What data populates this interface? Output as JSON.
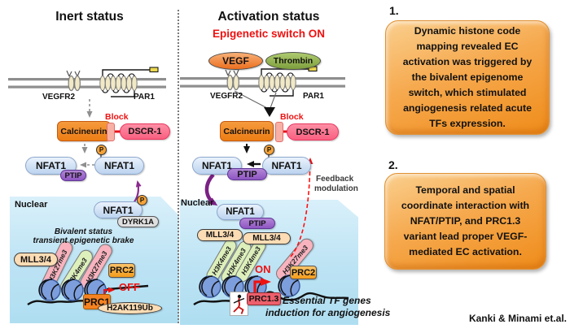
{
  "left_panel": {
    "title": "Inert status",
    "vegfr2_label": "VEGFR2",
    "par1_label": "PAR1",
    "block_label": "Block",
    "calcineurin_label": "Calcineurin",
    "dscr1_label": "DSCR-1",
    "nfat1_label": "NFAT1",
    "ptip_label": "PTIP",
    "phospho_label": "P",
    "nuclear_label": "Nuclear",
    "dyrk1a_label": "DYRK1A",
    "bivalent_note": [
      "Bivalent status",
      "transient  epigenetic  brake"
    ],
    "mll34_label": "MLL3/4",
    "histone_marks": [
      "H3K27me3",
      "H3K4me3",
      "H3K27me3"
    ],
    "prc2_label": "PRC2",
    "prc1_label": "PRC1",
    "h2ak119ub_label": "H2AK119Ub",
    "off_label": "OFF"
  },
  "right_panel": {
    "title": "Activation status",
    "subtitle": "Epigenetic switch ON",
    "vegf_label": "VEGF",
    "thrombin_label": "Thrombin",
    "vegfr2_label": "VEGFR2",
    "par1_label": "PAR1",
    "block_label": "Block",
    "calcineurin_label": "Calcineurin",
    "dscr1_label": "DSCR-1",
    "nfat1_label": "NFAT1",
    "ptip_label": "PTIP",
    "phospho_label": "P",
    "feedback_note": [
      "Feedback",
      "modulation"
    ],
    "nuclear_label": "Nuclear",
    "mll34_label": "MLL3/4",
    "histone_marks_green": [
      "H3K4me3",
      "H3K4me3",
      "H3K4me3"
    ],
    "histone_mark_pink": "H3K27me3",
    "prc2_label": "PRC2",
    "prc13_label": "PRC1.3",
    "on_label": "ON",
    "essential_note": [
      "Essential TF genes",
      "induction for angiogenesis"
    ]
  },
  "summary": {
    "item1_number": "1.",
    "item1_lines": [
      "Dynamic histone code",
      "mapping revealed EC",
      "activation was triggered by",
      "the bivalent epigenome",
      "switch, which stimulated",
      "angiogenesis related acute",
      "TFs expression."
    ],
    "item2_number": "2.",
    "item2_lines": [
      "Temporal and spatial",
      "coordinate interaction with",
      "NFAT/PTIP, and PRC1.3",
      "variant lead proper VEGF-",
      "mediated EC activation."
    ]
  },
  "credit": "Kanki & Minami et.al.",
  "colors": {
    "accent_orange": "#F08218",
    "nfat_blue": "#C3D6F0",
    "ptip_purple": "#9B6BC7",
    "dscr_pink": "#FB7693",
    "nucleus_blue": "#BFE5F4",
    "note_box_orange": "#F49B35",
    "switch_red": "#EE1111",
    "thrombin_green": "#8FAC4C"
  }
}
